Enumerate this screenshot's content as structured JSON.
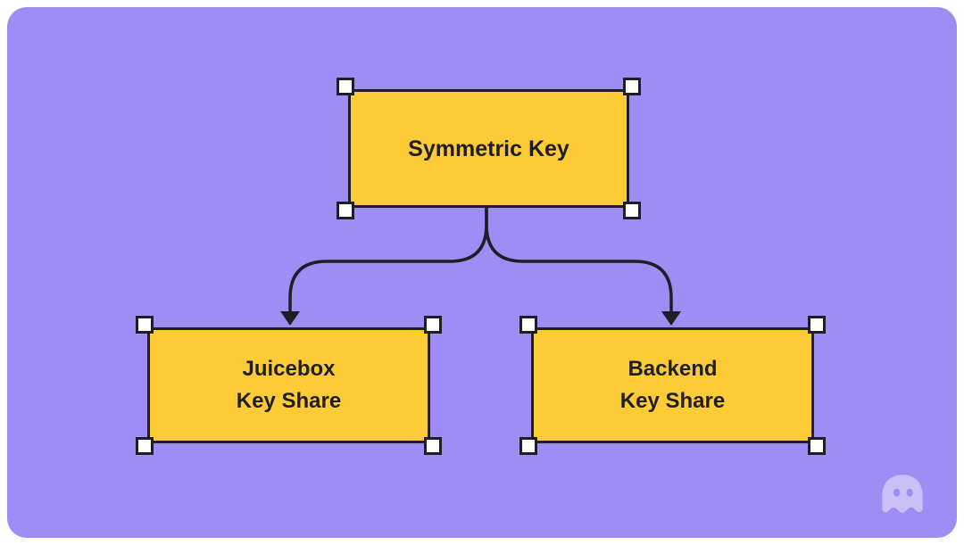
{
  "colors": {
    "page_background": "#FFFFFF",
    "canvas_background": "#9D8DF5",
    "node_fill": "#FCCB35",
    "outline": "#1E1E24",
    "handle_fill": "#FFFFFF",
    "watermark_fill": "#CDC3F8"
  },
  "nodes": {
    "symmetric_key": {
      "label": "Symmetric Key"
    },
    "juicebox_key_share": {
      "line1": "Juicebox",
      "line2": "Key Share"
    },
    "backend_key_share": {
      "line1": "Backend",
      "line2": "Key Share"
    }
  },
  "icons": {
    "watermark": "ghost-logo"
  }
}
